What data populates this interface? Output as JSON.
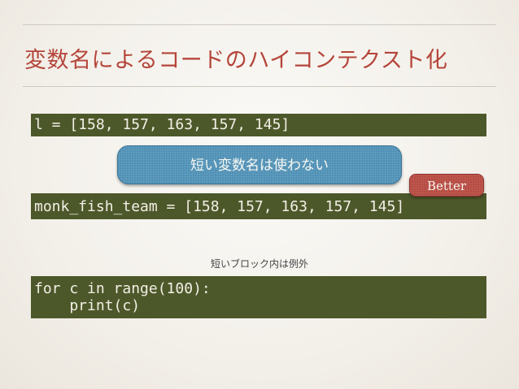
{
  "slide": {
    "title": "変数名によるコードのハイコンテクスト化",
    "code_short": "l = [158, 157, 163, 157, 145]",
    "callout_label": "短い変数名は使わない",
    "badge_label": "Better",
    "code_long": "monk_fish_team = [158, 157, 163, 157, 145]",
    "exception_note": "短いブロック内は例外",
    "code_loop": "for c in range(100):\n    print(c)"
  },
  "colors": {
    "title": "#b5453a",
    "code_background": "#4d582a",
    "code_text": "#f2efe6",
    "callout_background": "#4a8db3",
    "badge_background": "#b5473d"
  }
}
